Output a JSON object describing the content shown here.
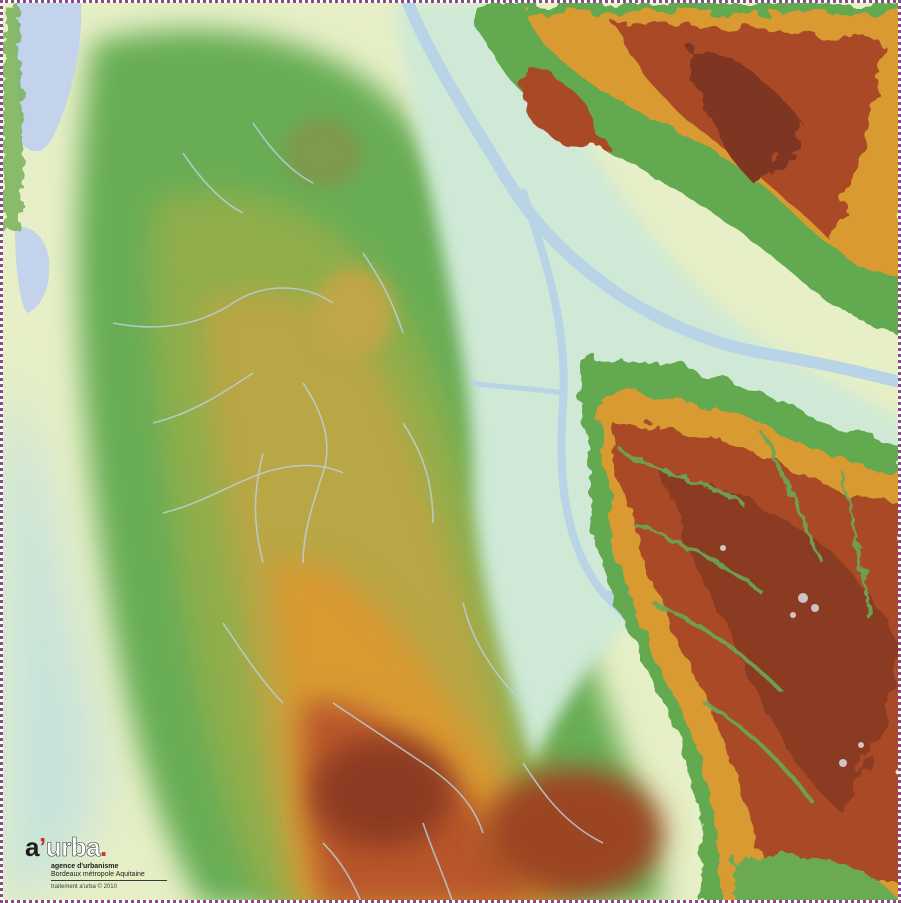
{
  "logo": {
    "brand_a": "a",
    "brand_apos": "’",
    "brand_urba": "urba",
    "brand_dot": ".",
    "line1": "agence d'urbanisme",
    "line2": "Bordeaux métropole Aquitaine",
    "credit": "traitement a'urba  © 2010"
  },
  "colors": {
    "water": "#c3dbe8",
    "floodplain": "#cfe9d6",
    "lowland": "#eef0c4",
    "green": "#59a54b",
    "ochre": "#d99a32",
    "brown": "#8c3a22",
    "frame_dots": "#8a4a86"
  },
  "icons": [
    "aurba-logo"
  ]
}
